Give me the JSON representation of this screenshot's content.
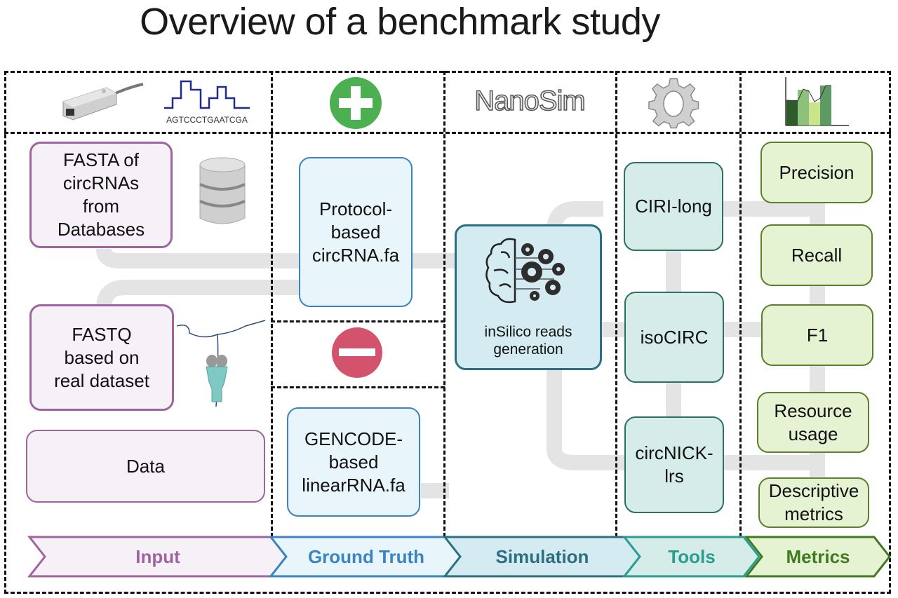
{
  "title": "Overview of a benchmark study",
  "header_icons": {
    "input": [
      "sequencer-device-icon",
      "chromatogram-icon"
    ],
    "sequence_text": "AGTCCCTGAATCGA",
    "ground_truth": "plus-icon",
    "simulation_logo": "NanoSim",
    "tools": "gear-icon",
    "metrics": "bar-chart-icon"
  },
  "input": {
    "boxes": [
      "FASTA of circRNAs from Databases",
      "FASTQ based on real dataset",
      "Data"
    ],
    "icons": [
      "database-icon",
      "nanopore-icon"
    ]
  },
  "ground_truth": {
    "boxes": [
      "Protocol-based circRNA.fa",
      "GENCODE-based linearRNA.fa"
    ],
    "minus_icon": "minus-icon"
  },
  "simulation": {
    "box": "inSilico reads generation",
    "icon": "brain-gears-icon"
  },
  "tools": {
    "boxes": [
      "CIRI-long",
      "isoCIRC",
      "circNICK-lrs"
    ]
  },
  "metrics": {
    "boxes": [
      "Precision",
      "Recall",
      "F1",
      "Resource usage",
      "Descriptive metrics"
    ]
  },
  "stages": [
    {
      "label": "Input",
      "color": "#a0649f",
      "fill": "#f6f0f7"
    },
    {
      "label": "Ground Truth",
      "color": "#3b84c4",
      "fill": "#e8f6fc"
    },
    {
      "label": "Simulation",
      "color": "#2b6f80",
      "fill": "#d4ecf1"
    },
    {
      "label": "Tools",
      "color": "#2a9d8f",
      "fill": "#d5ece8"
    },
    {
      "label": "Metrics",
      "color": "#3f7a1f",
      "fill": "#e6f3d2"
    }
  ],
  "colors": {
    "plus": "#4caf50",
    "minus": "#d4536c",
    "pipe": "#e4e4e4"
  }
}
